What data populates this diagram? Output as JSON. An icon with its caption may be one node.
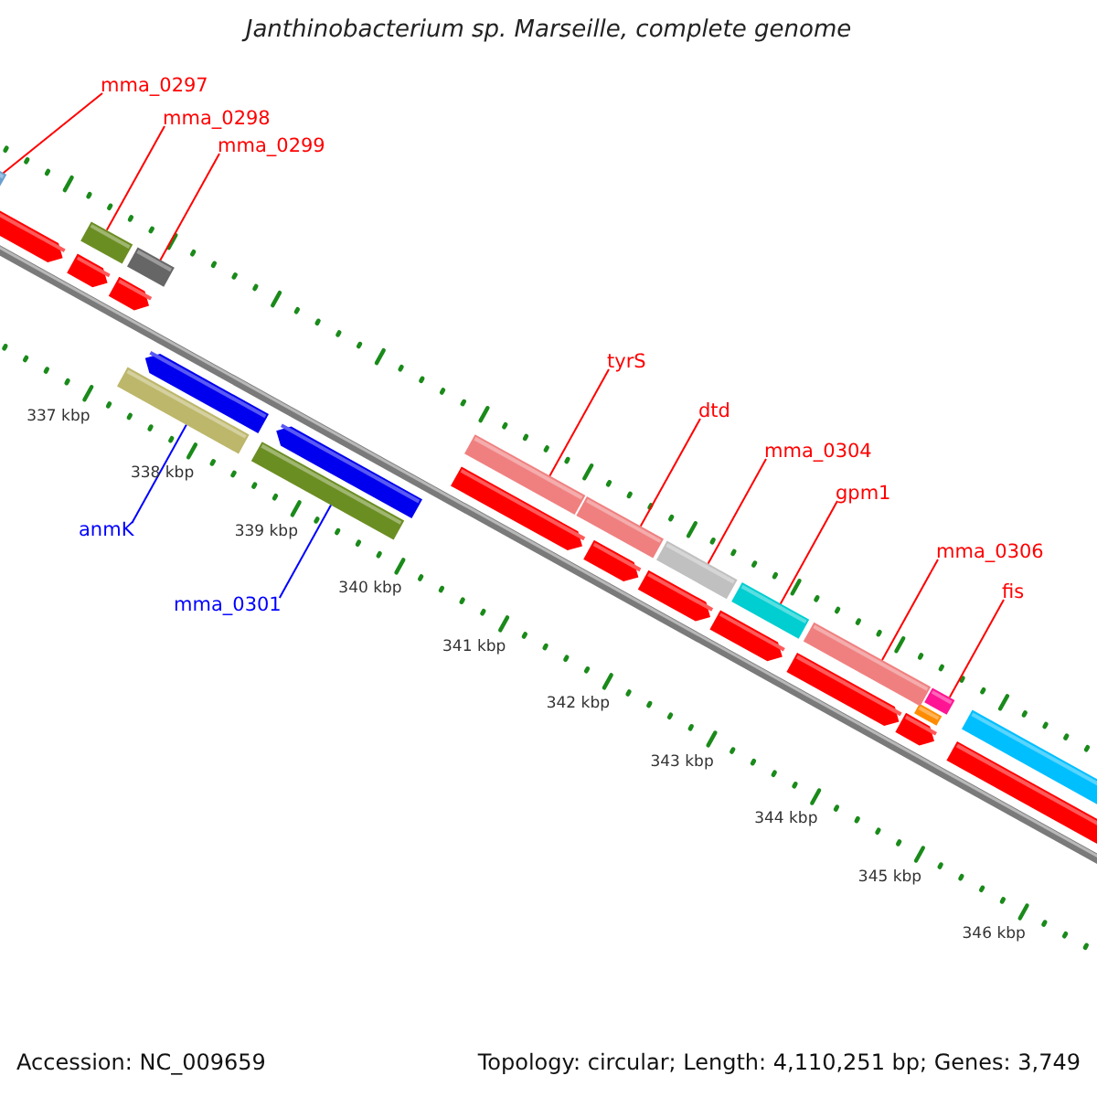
{
  "diagram": {
    "title": "Janthinobacterium sp. Marseille, complete genome",
    "nodes": [
      {
        "text": [
          "mma_0297"
        ]
      },
      {
        "text": [
          "mma_0298"
        ]
      },
      {
        "text": [
          "mma_0299"
        ]
      },
      {
        "text": [
          "tyrS"
        ]
      },
      {
        "text": [
          "dtd"
        ]
      },
      {
        "text": [
          "mma_0304"
        ]
      },
      {
        "text": [
          "gpm1"
        ]
      },
      {
        "text": [
          "mma_0306"
        ]
      },
      {
        "text": [
          "fis"
        ]
      },
      {
        "text": [
          "anmK"
        ]
      },
      {
        "text": [
          "mma_0301"
        ]
      },
      {
        "text": [],
        "shape": "bar"
      },
      {
        "text": [],
        "shape": "bar"
      },
      {
        "text": [],
        "shape": "bar"
      },
      {
        "text": [],
        "shape": "bar"
      },
      {
        "text": [],
        "shape": "bar"
      },
      {
        "text": [],
        "shape": "bar"
      },
      {
        "text": [],
        "shape": "bar"
      },
      {
        "text": [],
        "shape": "bar"
      },
      {
        "text": [],
        "shape": "bar"
      },
      {
        "text": [],
        "shape": "bar"
      },
      {
        "text": [],
        "shape": "bar"
      }
    ],
    "edges": [
      {
        "from": 0,
        "to": 11,
        "arrow": "none"
      },
      {
        "from": 1,
        "to": 12,
        "arrow": "none"
      },
      {
        "from": 2,
        "to": 13,
        "arrow": "none"
      },
      {
        "from": 3,
        "to": 14,
        "arrow": "none"
      },
      {
        "from": 4,
        "to": 15,
        "arrow": "none"
      },
      {
        "from": 5,
        "to": 16,
        "arrow": "none"
      },
      {
        "from": 6,
        "to": 17,
        "arrow": "none"
      },
      {
        "from": 7,
        "to": 18,
        "arrow": "none"
      },
      {
        "from": 8,
        "to": 19,
        "arrow": "none"
      },
      {
        "from": 9,
        "to": 20,
        "arrow": "none",
        "color": "#0000ff"
      },
      {
        "from": 10,
        "to": 21,
        "arrow": "none",
        "color": "#0000ff"
      }
    ],
    "labels": [
      "337 kbp",
      "338 kbp",
      "339 kbp",
      "340 kbp",
      "341 kbp",
      "342 kbp",
      "343 kbp",
      "344 kbp",
      "345 kbp",
      "346 kbp",
      "Accession: NC_009659",
      "Topology: circular; Length: 4,110,251 bp; Genes: 3,749"
    ]
  }
}
